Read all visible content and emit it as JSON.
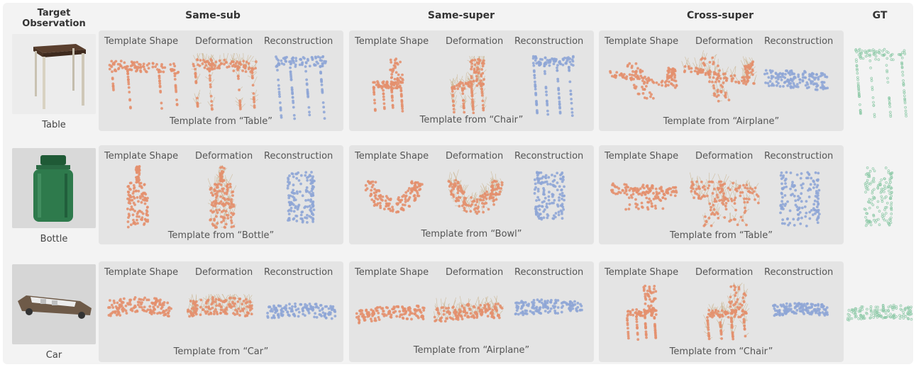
{
  "header": {
    "target": "Target Observation",
    "columns": [
      "Same-sub",
      "Same-super",
      "Cross-super",
      "GT"
    ]
  },
  "panel_labels": {
    "template": "Template Shape",
    "deformation": "Deformation",
    "reconstruction": "Reconstruction"
  },
  "rows": [
    {
      "label": "Table",
      "captions": [
        "Template from “Table”",
        "Template from “Chair”",
        "Template from “Airplane”"
      ]
    },
    {
      "label": "Bottle",
      "captions": [
        "Template from “Bottle”",
        "Template from “Bowl”",
        "Template from “Table”"
      ]
    },
    {
      "label": "Car",
      "captions": [
        "Template from “Car”",
        "Template from “Airplane”",
        "Template from “Chair”"
      ]
    }
  ],
  "colors": {
    "template": "#e3906e",
    "reconstruction": "#8fa6d6",
    "gt": "#8cc9a6",
    "deform_line": "#c9b28c",
    "panel_bg": "#e4e4e4",
    "frame_bg": "#f3f3f3"
  }
}
